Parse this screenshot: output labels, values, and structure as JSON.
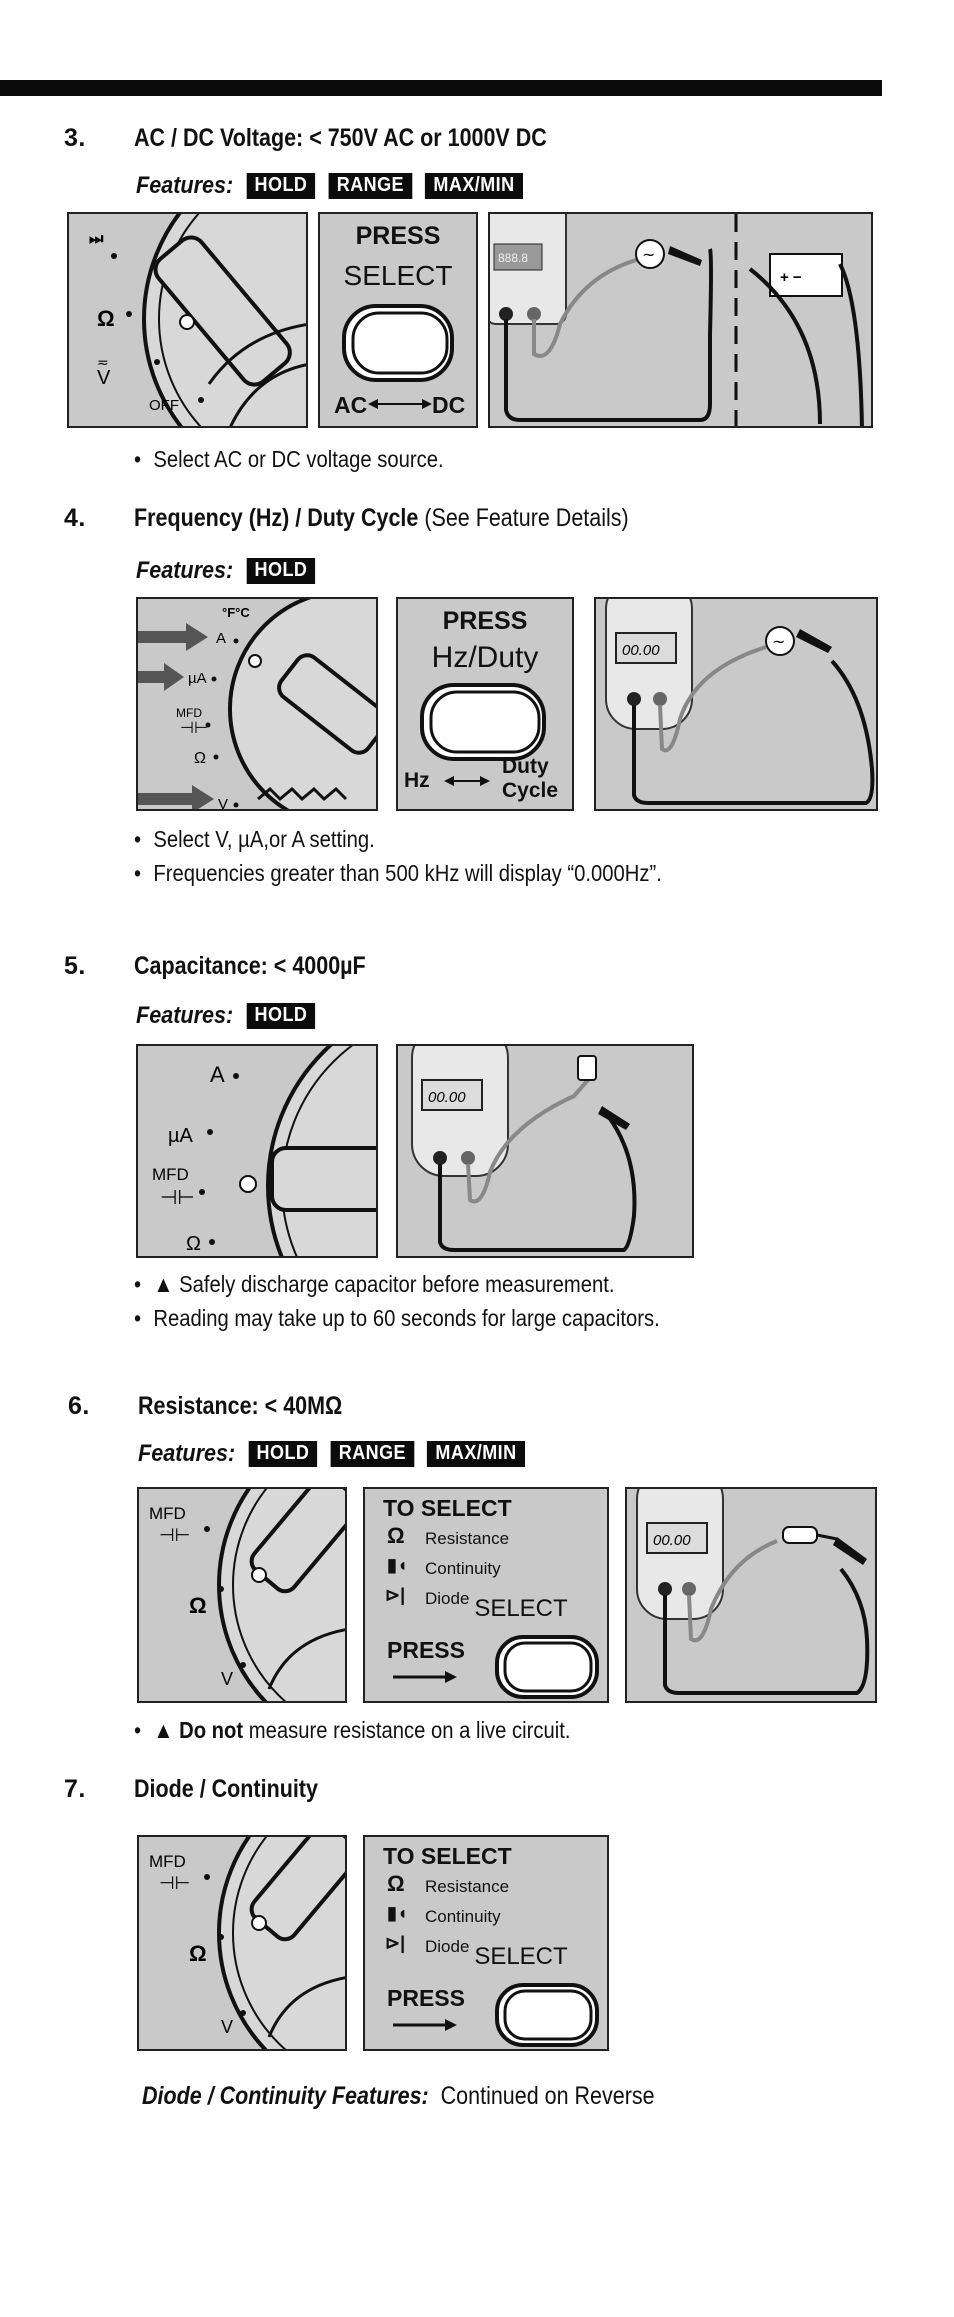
{
  "sections": {
    "s3": {
      "number": "3.",
      "title": "AC / DC Voltage: < 750V AC or 1000V DC",
      "features_label": "Features:",
      "badges": [
        "HOLD",
        "RANGE",
        "MAX/MIN"
      ],
      "dial_labels": [
        "Ω",
        "V",
        "OFF"
      ],
      "press_label": "PRESS",
      "button_label": "SELECT",
      "toggle_left": "AC",
      "toggle_right": "DC",
      "meter_display": "888.8",
      "bullets": [
        "Select AC or DC voltage source."
      ]
    },
    "s4": {
      "number": "4.",
      "title": "Frequency (Hz) / Duty Cycle",
      "title_suffix": "(See Feature Details)",
      "features_label": "Features:",
      "badges": [
        "HOLD"
      ],
      "dial_labels": [
        "°F°C",
        "A",
        "µA",
        "MFD",
        "Ω",
        "V"
      ],
      "press_label": "PRESS",
      "button_label": "Hz/Duty",
      "toggle_left": "Hz",
      "toggle_right_1": "Duty",
      "toggle_right_2": "Cycle",
      "meter_display": "00.00",
      "bullets": [
        "Select V, µA,or A setting.",
        "Frequencies greater than 500 kHz will display “0.000Hz”."
      ]
    },
    "s5": {
      "number": "5.",
      "title": "Capacitance: < 4000µF",
      "features_label": "Features:",
      "badges": [
        "HOLD"
      ],
      "dial_labels": [
        "A",
        "µA",
        "MFD",
        "Ω"
      ],
      "meter_display": "00.00",
      "bullets": [
        "Safely discharge capacitor before measurement.",
        "Reading may take up to 60 seconds for large capacitors."
      ]
    },
    "s6": {
      "number": "6.",
      "title": "Resistance: < 40MΩ",
      "features_label": "Features:",
      "badges": [
        "HOLD",
        "RANGE",
        "MAX/MIN"
      ],
      "dial_labels": [
        "MFD",
        "Ω",
        "V"
      ],
      "to_select": "TO SELECT",
      "options": [
        "Resistance",
        "Continuity",
        "Diode"
      ],
      "button_label": "SELECT",
      "press_label": "PRESS",
      "meter_display": "00.00",
      "bullet_bold": "Do not",
      "bullet_rest": "measure resistance on a live circuit."
    },
    "s7": {
      "number": "7.",
      "title": "Diode / Continuity",
      "dial_labels": [
        "MFD",
        "Ω",
        "V"
      ],
      "to_select": "TO SELECT",
      "options": [
        "Resistance",
        "Continuity",
        "Diode"
      ],
      "button_label": "SELECT",
      "press_label": "PRESS"
    }
  },
  "footer": {
    "label": "Diode /  Continuity Features:",
    "text": "Continued on Reverse"
  },
  "colors": {
    "panel_bg": "#c9c9c9",
    "badge_bg": "#0b0b0b",
    "arrow": "#555555"
  }
}
